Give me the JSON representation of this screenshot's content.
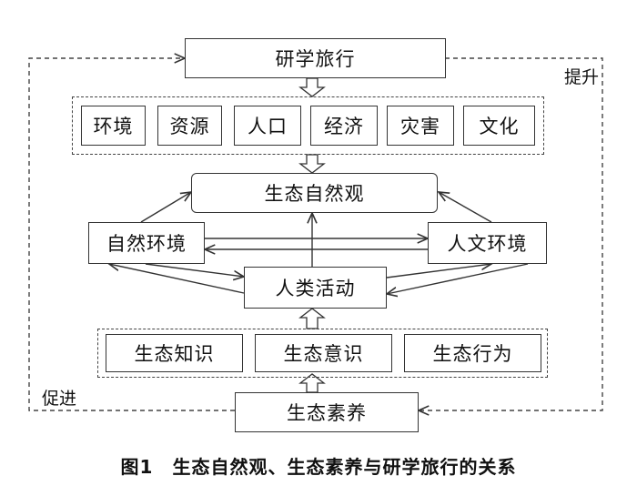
{
  "top_box": "研学旅行",
  "factors": [
    "环境",
    "资源",
    "人口",
    "经济",
    "灾害",
    "文化"
  ],
  "central": "生态自然观",
  "left_env": "自然环境",
  "right_env": "人文环境",
  "activity": "人类活动",
  "ecology": [
    "生态知识",
    "生态意识",
    "生态行为"
  ],
  "literacy": "生态素养",
  "label_up": "提升",
  "label_promote": "促进",
  "caption": "图1　生态自然观、生态素养与研学旅行的关系"
}
